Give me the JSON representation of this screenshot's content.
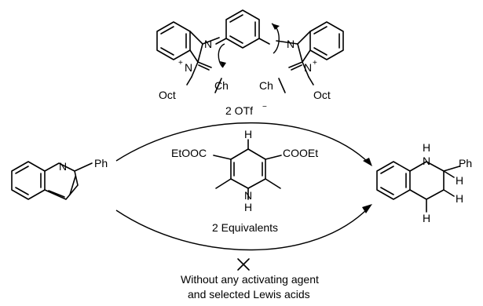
{
  "colors": {
    "bond": "#000000",
    "chalcogen": "#e8900c",
    "hydrogen": "#e01010"
  },
  "catalyst": {
    "atom_n": "N",
    "atom_n_plus": "N",
    "charge_plus": "+",
    "chalcogen": "Ch",
    "alkyl": "Oct",
    "counterion": "2 OTf",
    "counterion_charge": "−"
  },
  "substrate": {
    "atom_n": "N",
    "substituent": "Ph"
  },
  "hantzsch_ester": {
    "ester_left": "EtOOC",
    "ester_right": "COOEt",
    "atom_n": "N",
    "hydrogen": "H",
    "equivalents": "2 Equivalents"
  },
  "product": {
    "atom_n": "N",
    "hydrogen": "H",
    "substituent": "Ph"
  },
  "failed_condition": {
    "line1": "Without any activating agent",
    "line2": "and selected Lewis acids"
  }
}
